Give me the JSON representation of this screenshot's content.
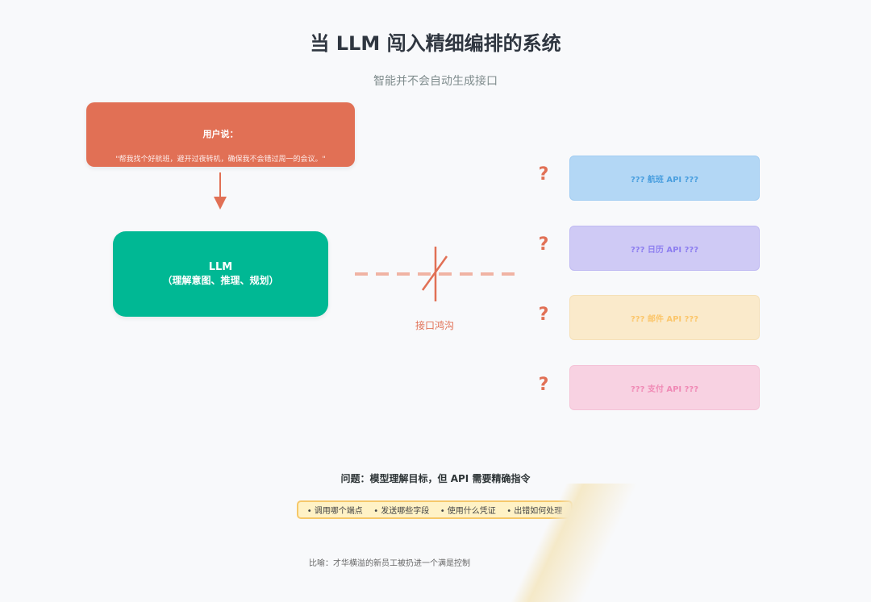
{
  "title": "当 LLM 闯入精细编排的系统",
  "subtitle": "智能并不会自动生成接口",
  "user_box": {
    "heading": "用户说：",
    "quote": "\"帮我找个好航班，避开过夜转机，确保我不会错过周一的会议。\""
  },
  "llm_box": {
    "name": "LLM",
    "description": "（理解意图、推理、规划）"
  },
  "gap_label": "接口鸿沟",
  "question_mark": "?",
  "apis": [
    {
      "label": "??? 航班 API ???",
      "bg": "#b3d7f5",
      "border": "#a2cdf2",
      "text": "#4a9fdf"
    },
    {
      "label": "??? 日历 API ???",
      "bg": "#cfcaf5",
      "border": "#c0baf2",
      "text": "#8d7ef0"
    },
    {
      "label": "??? 邮件 API ???",
      "bg": "#faeacb",
      "border": "#f5e0b8",
      "text": "#fbc66b"
    },
    {
      "label": "??? 支付 API ???",
      "bg": "#f8d2e2",
      "border": "#f4c3d7",
      "text": "#f089b5"
    }
  ],
  "problem_text": "问题：模型理解目标，但 API 需要精确指令",
  "checklist": [
    "• 调用哪个端点",
    "• 发送哪些字段",
    "• 使用什么凭证",
    "• 出错如何处理"
  ],
  "analogy": "比喻：才华横溢的新员工被扔进一个满是控制",
  "colors": {
    "accent": "#e17055",
    "llm": "#00b894",
    "dashed_line": "#f0b3a4"
  }
}
